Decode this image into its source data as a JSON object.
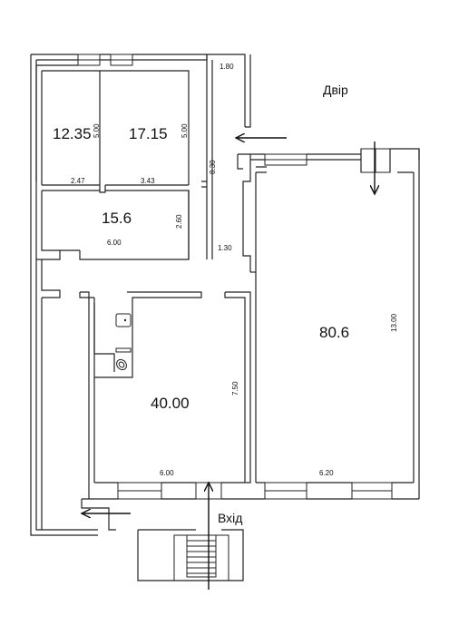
{
  "labels": {
    "courtyard": "Двір",
    "entrance": "Вхід"
  },
  "rooms": {
    "room_a": {
      "area": "12.35",
      "dim_side": "5.00",
      "dim_bottom": "2.47"
    },
    "room_b": {
      "area": "17.15",
      "dim_side": "5.00",
      "dim_bottom": "3.43"
    },
    "room_c": {
      "area": "15.6",
      "dim_side": "2.60",
      "dim_bottom": "6.00"
    },
    "room_d": {
      "area": "40.00",
      "dim_side": "7.50",
      "dim_bottom": "6.00"
    },
    "room_e": {
      "area": "80.6",
      "dim_side": "13.00",
      "dim_bottom": "6.20"
    }
  },
  "corridor": {
    "dim_top": "1.80",
    "dim_side": "8.30",
    "dim_bottom": "1.30"
  }
}
